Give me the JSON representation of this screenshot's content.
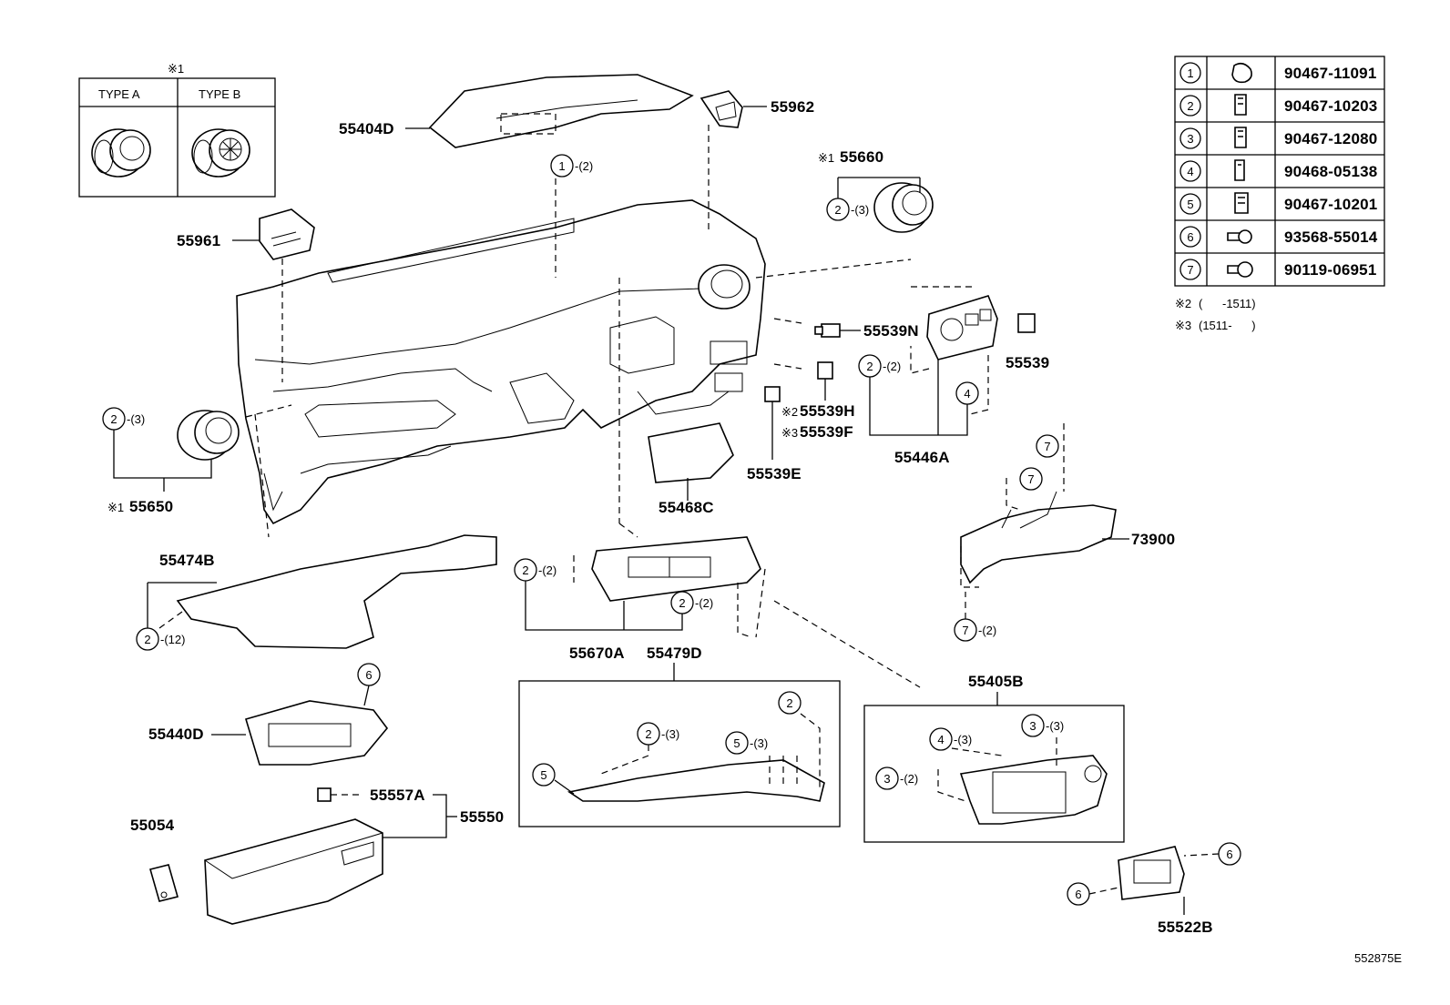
{
  "diagram": {
    "ref_code": "552875E",
    "type_box": {
      "note": "※1",
      "type_a": "TYPE A",
      "type_b": "TYPE B"
    },
    "parts": {
      "p55404D": "55404D",
      "p55962": "55962",
      "p55961": "55961",
      "p55660": "55660",
      "p55660_note": "※1",
      "p55539N": "55539N",
      "p55539": "55539",
      "p55539H": "55539H",
      "p55539H_note": "※2",
      "p55539F": "55539F",
      "p55539F_note": "※3",
      "p55539E": "55539E",
      "p55446A": "55446A",
      "p55650": "55650",
      "p55650_note": "※1",
      "p55468C": "55468C",
      "p73900": "73900",
      "p55474B": "55474B",
      "p55670A": "55670A",
      "p55479D": "55479D",
      "p55405B": "55405B",
      "p55440D": "55440D",
      "p55557A": "55557A",
      "p55550": "55550",
      "p55054": "55054",
      "p55522B": "55522B"
    },
    "callouts": {
      "c_1_2": "-(2)",
      "c_2_3a": "-(3)",
      "c_2_2a": "-(2)",
      "c_2_3b": "-(3)",
      "c_2_2b": "-(2)",
      "c_2_2c": "-(2)",
      "c_2_12": "-(12)",
      "c_7_2": "-(2)",
      "c_2_3c": "-(3)",
      "c_5_3": "-(3)",
      "c_4_3": "-(3)",
      "c_3_3": "-(3)",
      "c_3_2": "-(2)"
    },
    "legend": [
      {
        "num": "1",
        "part": "90467-11091"
      },
      {
        "num": "2",
        "part": "90467-10203"
      },
      {
        "num": "3",
        "part": "90467-12080"
      },
      {
        "num": "4",
        "part": "90468-05138"
      },
      {
        "num": "5",
        "part": "90467-10201"
      },
      {
        "num": "6",
        "part": "93568-55014"
      },
      {
        "num": "7",
        "part": "90119-06951"
      }
    ],
    "notes": [
      {
        "mark": "※2",
        "text": "(      -1511)"
      },
      {
        "mark": "※3",
        "text": "(1511-      )"
      }
    ]
  }
}
